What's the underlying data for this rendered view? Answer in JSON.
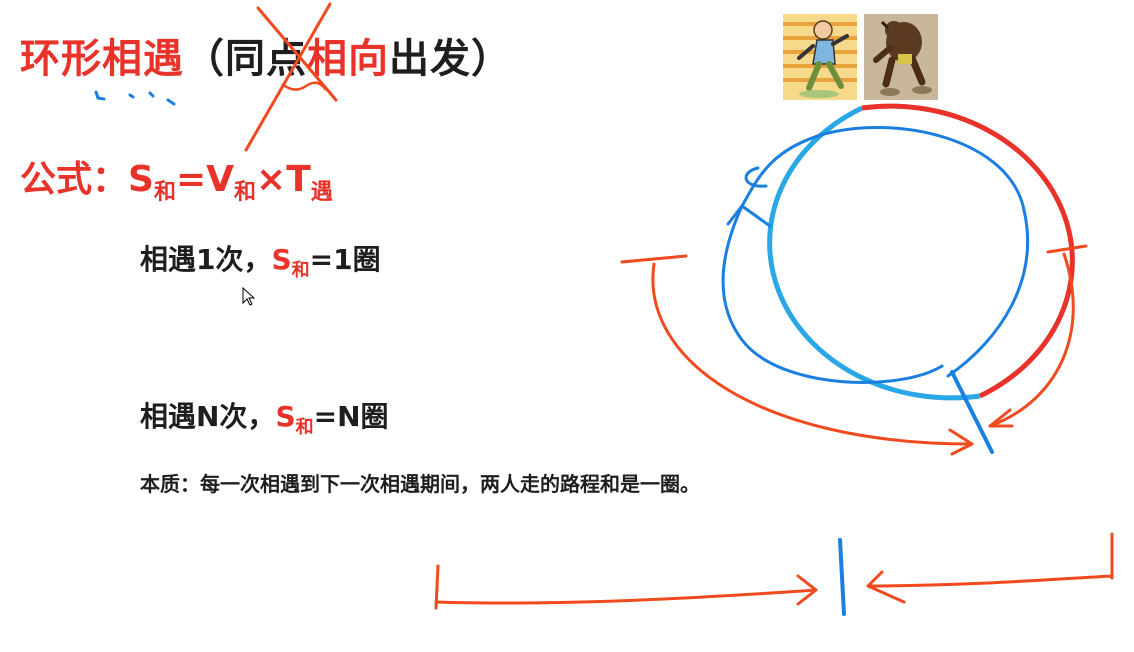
{
  "title": {
    "part1": "环形相遇",
    "paren_open": "（",
    "part2": "同点",
    "part3": "相向",
    "part4": "出发",
    "paren_close": "）"
  },
  "formula": {
    "label": "公式：",
    "s": "S",
    "sub_he": "和",
    "eq": "=",
    "v": "V",
    "times": "×",
    "t": "T",
    "sub_yu": "遇"
  },
  "meet_once": {
    "prefix": "相遇1次，",
    "s": "S",
    "sub": "和",
    "suffix": "=1圈"
  },
  "meet_n": {
    "prefix": "相遇N次，",
    "s": "S",
    "sub": "和",
    "suffix": "=N圈"
  },
  "essence": "本质：每一次相遇到下一次相遇期间，两人走的路程和是一圈。",
  "icons": [
    "runner-boy-icon",
    "runner-animal-icon",
    "pointer-cursor-icon"
  ],
  "colors": {
    "red": "#e8322a",
    "blue": "#1a7fe0",
    "light_blue": "#2aa7e6",
    "annotation": "#f04a1e"
  }
}
